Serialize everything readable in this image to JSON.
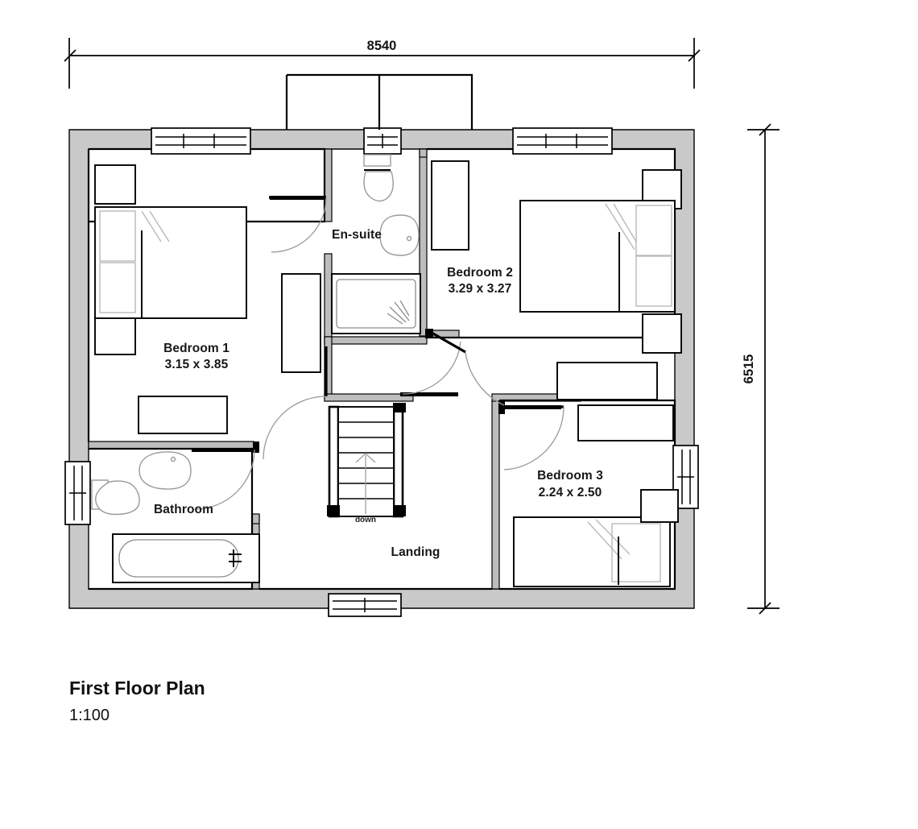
{
  "drawing": {
    "title": "First Floor Plan",
    "scale": "1:100",
    "dimensions": {
      "width_label": "8540",
      "height_label": "6515",
      "units": "mm"
    }
  },
  "rooms": [
    {
      "key": "bedroom1",
      "label": "Bedroom 1",
      "size": "3.15 x 3.85"
    },
    {
      "key": "bedroom2",
      "label": "Bedroom 2",
      "size": "3.29 x 3.27"
    },
    {
      "key": "bedroom3",
      "label": "Bedroom 3",
      "size": "2.24 x 2.50"
    },
    {
      "key": "ensuite",
      "label": "En-suite",
      "size": ""
    },
    {
      "key": "bathroom",
      "label": "Bathroom",
      "size": ""
    },
    {
      "key": "landing",
      "label": "Landing",
      "size": ""
    }
  ],
  "annotations": {
    "stair_direction": "down"
  },
  "colors": {
    "wall_fill": "#c9c9c9",
    "line": "#000000",
    "furniture_light": "#b9b9b9",
    "background": "#ffffff"
  }
}
